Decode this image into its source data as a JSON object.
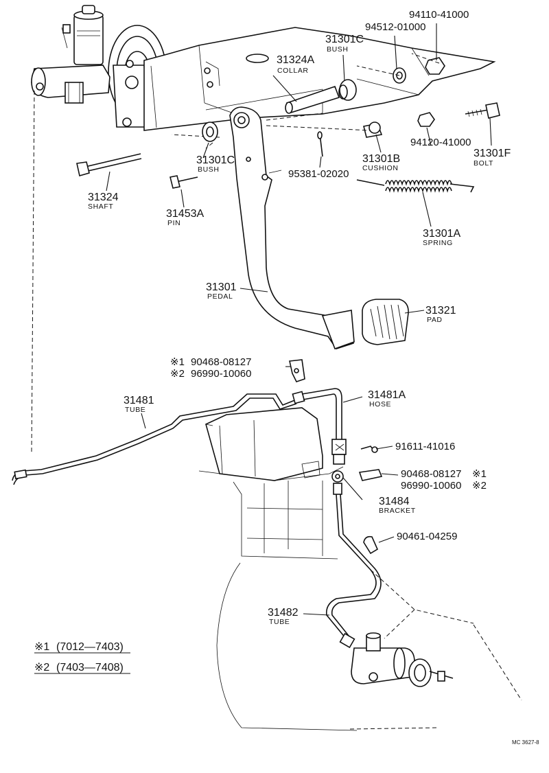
{
  "parts": {
    "p94110": {
      "number": "94110-41000"
    },
    "p94512": {
      "number": "94512-01000"
    },
    "p31301C_top": {
      "number": "31301C",
      "name": "BUSH"
    },
    "p31324A": {
      "number": "31324A",
      "name": "COLLAR"
    },
    "p31301C_low": {
      "number": "31301C",
      "name": "BUSH"
    },
    "p95381": {
      "number": "95381-02020"
    },
    "p31301B": {
      "number": "31301B",
      "name": "CUSHION"
    },
    "p94120": {
      "number": "94120-41000"
    },
    "p31301F": {
      "number": "31301F",
      "name": "BOLT"
    },
    "p31324": {
      "number": "31324",
      "name": "SHAFT"
    },
    "p31453A": {
      "number": "31453A",
      "name": "PIN"
    },
    "p31301A": {
      "number": "31301A",
      "name": "SPRING"
    },
    "p31301": {
      "number": "31301",
      "name": "PEDAL"
    },
    "p31321": {
      "number": "31321",
      "name": "PAD"
    },
    "clip_left": {
      "mark1": "※1",
      "num1": "90468-08127",
      "mark2": "※2",
      "num2": "96990-10060"
    },
    "p31481": {
      "number": "31481",
      "name": "TUBE"
    },
    "p31481A": {
      "number": "31481A",
      "name": "HOSE"
    },
    "p91611": {
      "number": "91611-41016"
    },
    "clip_right": {
      "num1": "90468-08127",
      "mark1": "※1",
      "num2": "96990-10060",
      "mark2": "※2"
    },
    "p31484": {
      "number": "31484",
      "name": "BRACKET"
    },
    "p90461": {
      "number": "90461-04259"
    },
    "p31482": {
      "number": "31482",
      "name": "TUBE"
    }
  },
  "notes": {
    "note1": {
      "mark": "※1",
      "range": "(7012—7403)"
    },
    "note2": {
      "mark": "※2",
      "range": "(7403—7408)"
    }
  },
  "ref_code": "MC 3627-8"
}
